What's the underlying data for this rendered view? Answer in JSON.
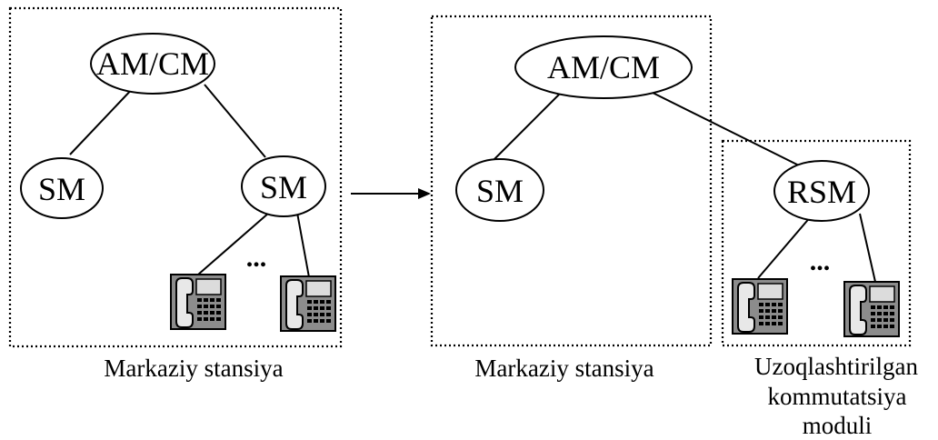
{
  "left_station": {
    "caption": "Markaziy stansiya",
    "top_node": "AM/CM",
    "left_node": "SM",
    "right_node": "SM",
    "ellipsis": "..."
  },
  "right_station": {
    "caption": "Markaziy stansiya",
    "top_node": "AM/CM",
    "left_node": "SM"
  },
  "remote_module": {
    "caption_lines": [
      "Uzoqlashtirilgan",
      "kommutatsiya",
      "moduli"
    ],
    "node": "RSM",
    "ellipsis": "..."
  },
  "icons": {
    "telephone": "desk-phone-icon",
    "arrow": "right-arrow-icon"
  }
}
